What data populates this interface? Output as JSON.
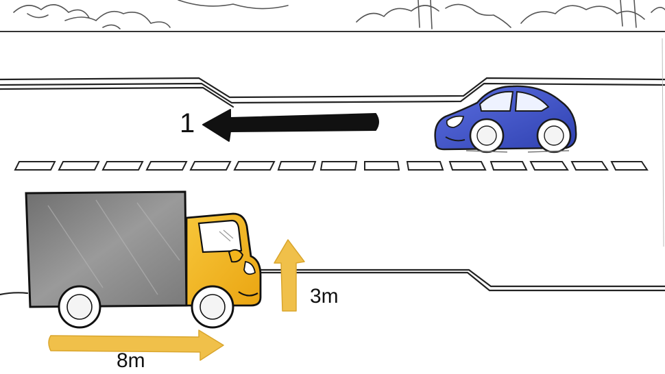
{
  "labels": {
    "car_direction": "1",
    "truck_height": "3m",
    "truck_length": "8m"
  },
  "colors": {
    "car": "#3b50c8",
    "truck_cab": "#f4b51c",
    "truck_box": "#7d7d7d",
    "arrow_measure": "#f0c04a",
    "arrow_direction": "#111111",
    "outline": "#1a1a1a"
  },
  "scene": {
    "objects": [
      "blue-car",
      "delivery-truck",
      "road",
      "trees"
    ],
    "icons": [
      "direction-arrow-left",
      "height-arrow-up",
      "length-arrow-right"
    ]
  }
}
